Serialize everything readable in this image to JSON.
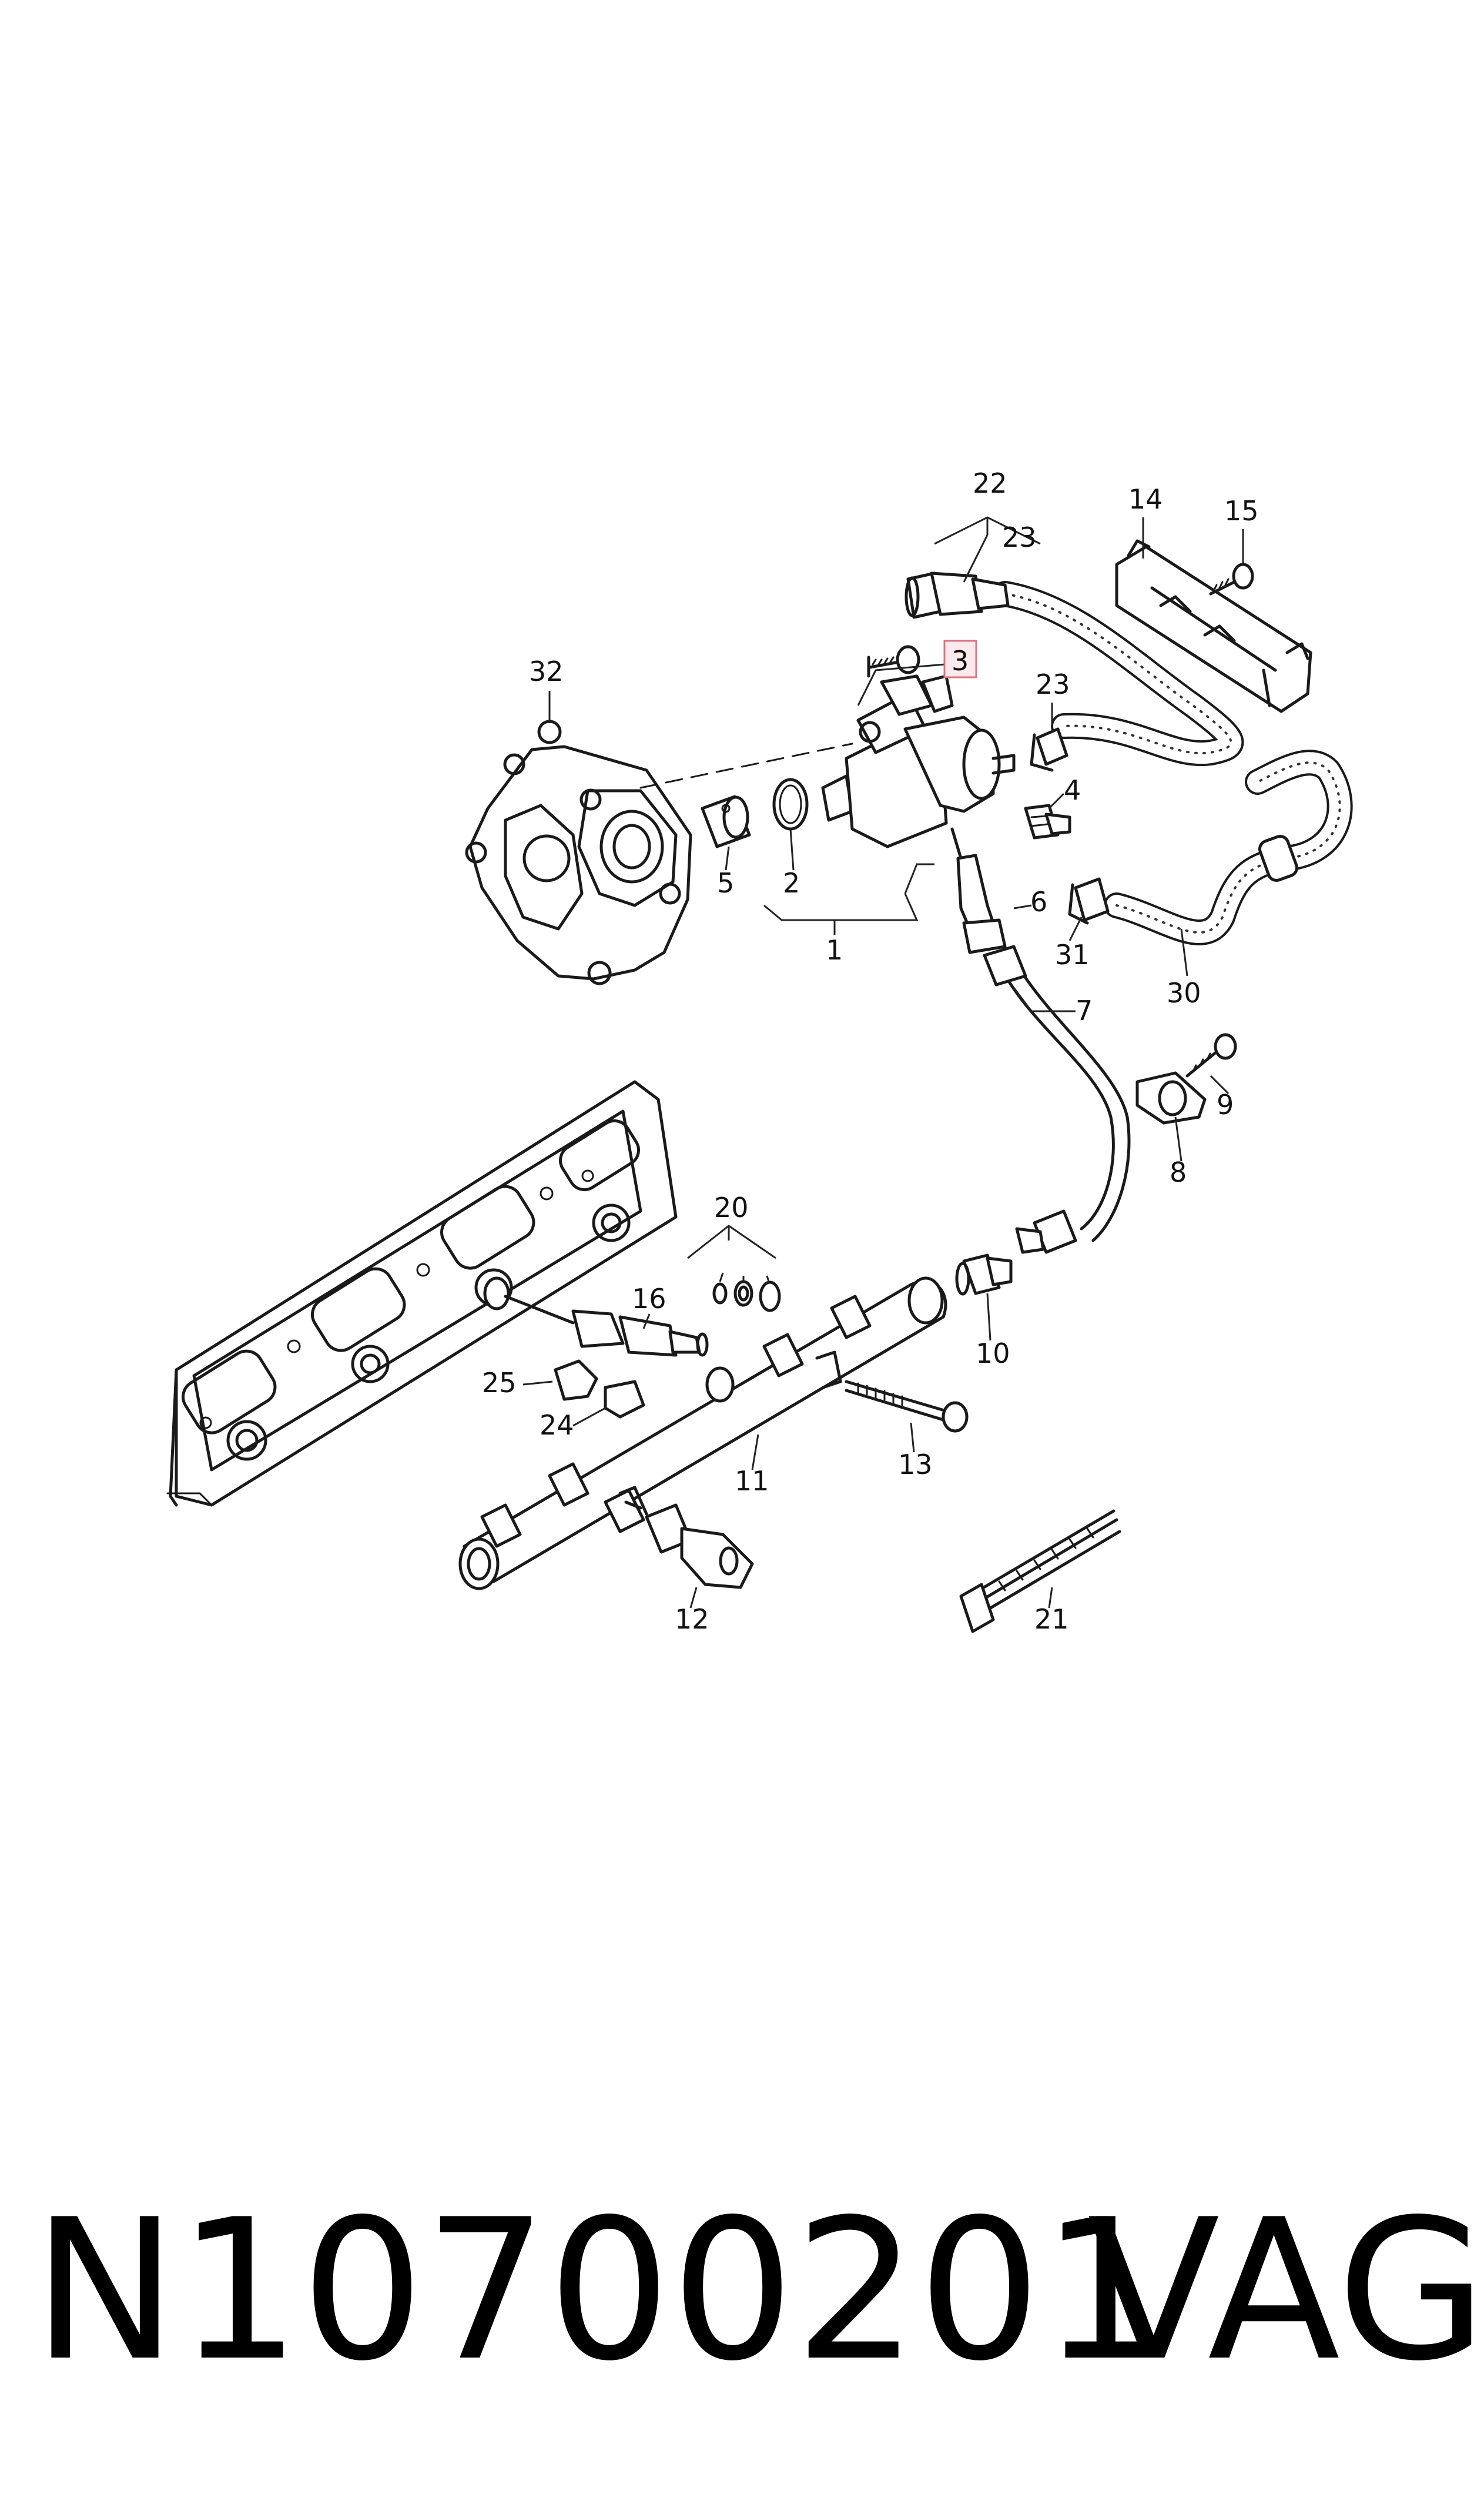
{
  "diagram": {
    "part_number": "N10700201",
    "brand": "VAG",
    "highlighted_callout": "3",
    "callouts": [
      "1",
      "2",
      "3",
      "4",
      "5",
      "6",
      "7",
      "8",
      "9",
      "10",
      "11",
      "12",
      "13",
      "14",
      "15",
      "16",
      "20",
      "21",
      "22",
      "23",
      "23",
      "24",
      "25",
      "30",
      "31",
      "32"
    ]
  }
}
